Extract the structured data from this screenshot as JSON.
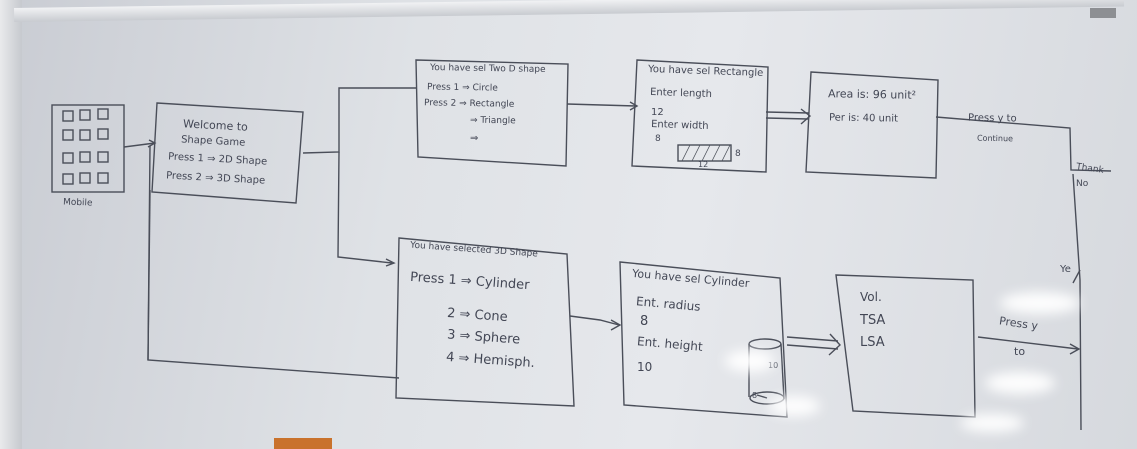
{
  "colors": {
    "board": "#dfe2e6",
    "ink": "#3b3f4a",
    "frame": "#c8cbd0",
    "tab": "#c9722c"
  },
  "mobile": {
    "label": "Mobile"
  },
  "welcome": {
    "line1": "Welcome to",
    "line2": "Shape Game",
    "line3": "Press 1 ⇒ 2D Shape",
    "line4": "Press 2 ⇒ 3D Shape"
  },
  "two_d": {
    "title": "You have sel Two D shape",
    "opt1": "Press 1 ⇒ Circle",
    "opt2": "Press 2 ⇒ Rectangle",
    "opt3": "⇒ Triangle",
    "opt4": "⇒"
  },
  "rectangle": {
    "title": "You have sel Rectangle",
    "enter_length": "Enter length",
    "length_value": "12",
    "enter_width": "Enter width",
    "dim_height": "8",
    "dim_side": "8",
    "dim_width": "12"
  },
  "area": {
    "area_text": "Area is: 96 unit²",
    "perimeter_text": "Per is: 40 unit"
  },
  "continue": {
    "line1": "Press y to",
    "line2": "Continue"
  },
  "thank": {
    "line1": "Thank",
    "line2": "No"
  },
  "three_d": {
    "title": "You have selected 3D Shape",
    "opt1": "Press 1 ⇒ Cylinder",
    "opt2": "2 ⇒ Cone",
    "opt3": "3 ⇒ Sphere",
    "opt4": "4 ⇒ Hemisph."
  },
  "cylinder": {
    "title": "You have sel Cylinder",
    "enter_radius": "Ent. radius",
    "radius_value": "8",
    "enter_height": "Ent. height",
    "height_value": "10",
    "dim_height": "10",
    "dim_radius": "8"
  },
  "results3d": {
    "vol": "Vol.",
    "tsa": "TSA",
    "lsa": "LSA"
  },
  "press_y": {
    "line1": "Press y",
    "line2": "to"
  },
  "yes_label": "Ye"
}
